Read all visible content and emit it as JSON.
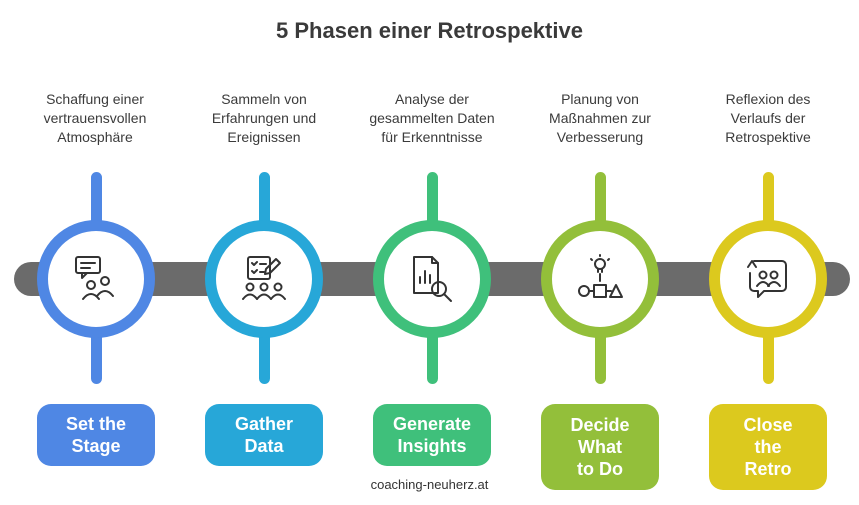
{
  "title": "5 Phasen einer Retrospektive",
  "footer": "coaching-neuherz.at",
  "phases": [
    {
      "description": "Schaffung einer\nvertrauensvollen\nAtmosphäre",
      "label": "Set the\nStage",
      "color": "#4f87e4",
      "icon": "chat-people-icon"
    },
    {
      "description": "Sammeln von\nErfahrungen und\nEreignissen",
      "label": "Gather\nData",
      "color": "#27a7d8",
      "icon": "checklist-team-icon"
    },
    {
      "description": "Analyse der\ngesammelten Daten\nfür Erkenntnisse",
      "label": "Generate\nInsights",
      "color": "#3fc07b",
      "icon": "report-magnifier-icon"
    },
    {
      "description": "Planung von\nMaßnahmen zur\nVerbesserung",
      "label": "Decide\nWhat\nto Do",
      "color": "#93bf3a",
      "icon": "idea-shapes-icon"
    },
    {
      "description": "Reflexion des\nVerlaufs der\nRetrospektive",
      "label": "Close\nthe\nRetro",
      "color": "#dcc91e",
      "icon": "feedback-loop-icon"
    }
  ]
}
